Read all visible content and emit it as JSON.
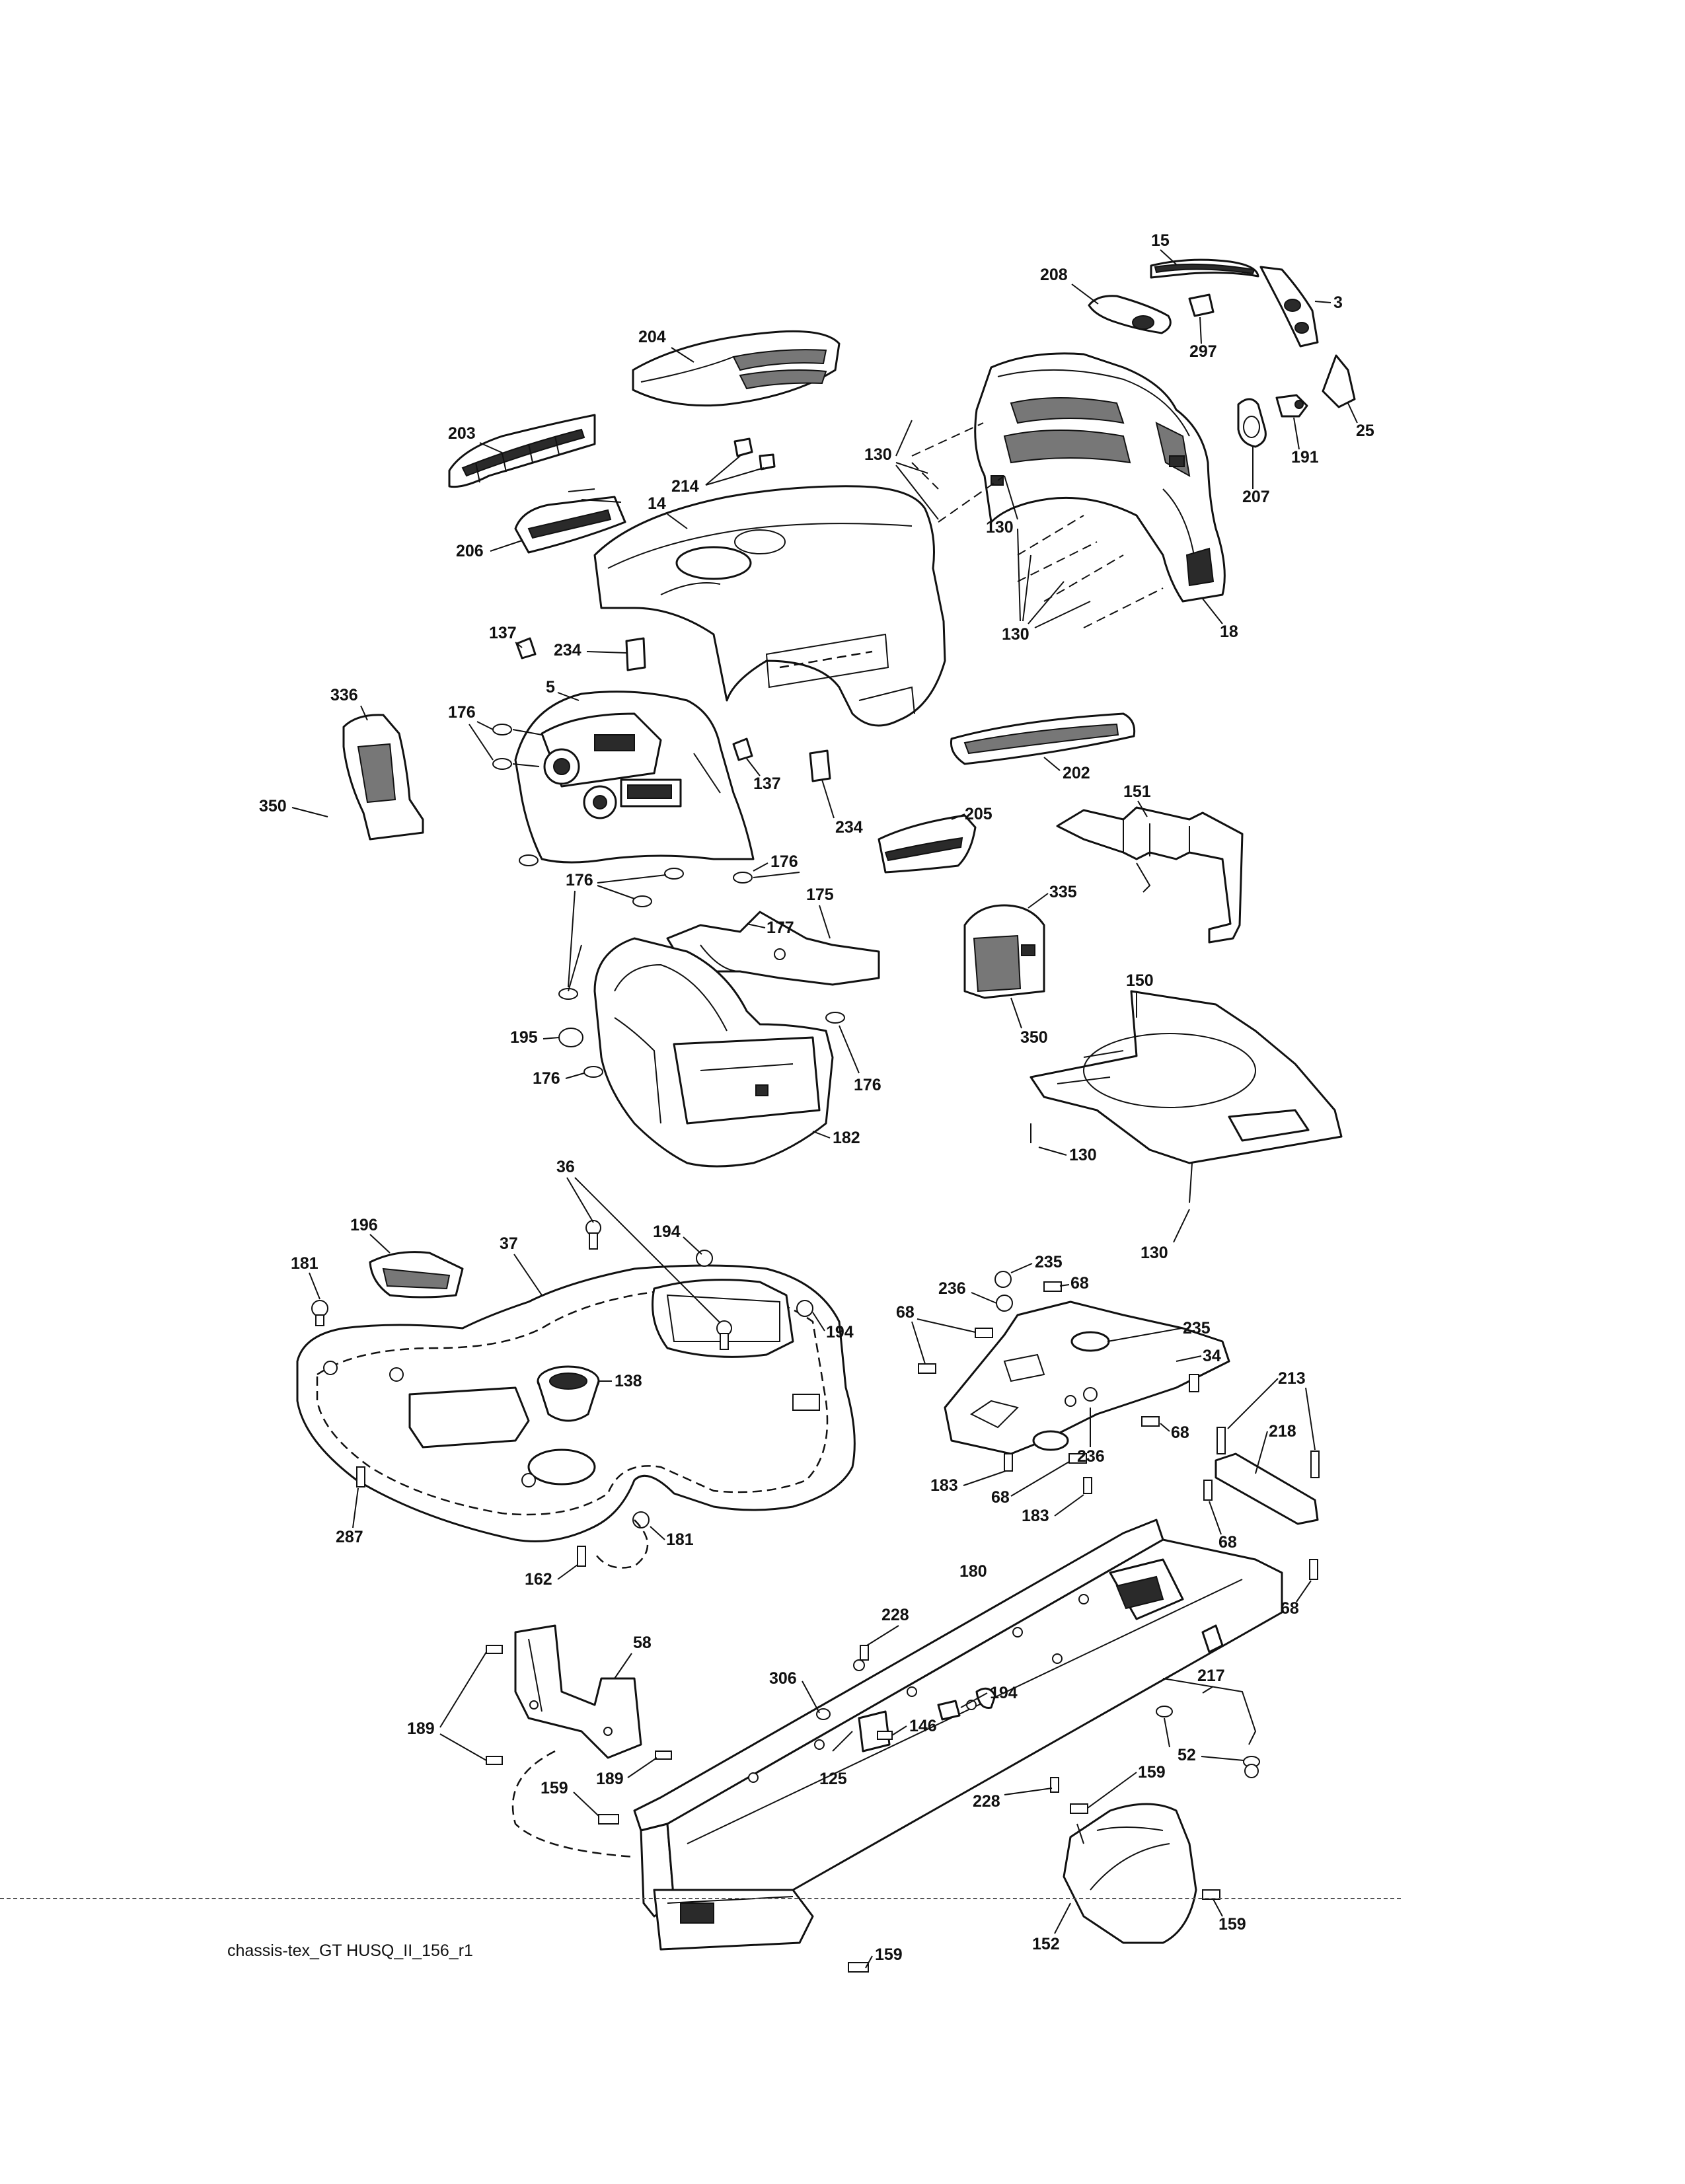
{
  "caption": "chassis-tex_GT HUSQ_II_156_r1",
  "callouts": {
    "c15": "15",
    "c208": "208",
    "c3": "3",
    "c297": "297",
    "c204": "204",
    "c203": "203",
    "c214": "214",
    "c130a": "130",
    "c25": "25",
    "c191": "191",
    "c207": "207",
    "c14": "14",
    "c130b": "130",
    "c206": "206",
    "c130c": "130",
    "c18": "18",
    "c137a": "137",
    "c234a": "234",
    "c336": "336",
    "c5": "5",
    "c176a": "176",
    "c202": "202",
    "c137b": "137",
    "c151": "151",
    "c350a": "350",
    "c234b": "234",
    "c205": "205",
    "c176b": "176",
    "c176c": "176",
    "c175": "175",
    "c177": "177",
    "c335": "335",
    "c150": "150",
    "c350b": "350",
    "c195": "195",
    "c176d": "176",
    "c176e": "176",
    "c182": "182",
    "c130d": "130",
    "c36": "36",
    "c196": "196",
    "c37": "37",
    "c194a": "194",
    "c130e": "130",
    "c181a": "181",
    "c194b": "194",
    "c235a": "235",
    "c236a": "236",
    "c68a": "68",
    "c68b": "68",
    "c235b": "235",
    "c34": "34",
    "c138": "138",
    "c213": "213",
    "c218": "218",
    "c68c": "68",
    "c236b": "236",
    "c183a": "183",
    "c68d": "68",
    "c183b": "183",
    "c287": "287",
    "c181b": "181",
    "c68e": "68",
    "c162": "162",
    "c180": "180",
    "c68f": "68",
    "c228a": "228",
    "c58": "58",
    "c306": "306",
    "c194c": "194",
    "c217": "217",
    "c146": "146",
    "c189a": "189",
    "c52": "52",
    "c189b": "189",
    "c125": "125",
    "c159a": "159",
    "c228b": "228",
    "c159b": "159",
    "c159c": "159",
    "c152": "152",
    "c159d": "159"
  }
}
